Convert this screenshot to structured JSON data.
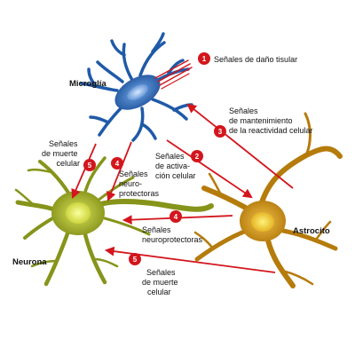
{
  "cells": {
    "microglia": "Microglía",
    "neurona": "Neurona",
    "astrocito": "Astrocito"
  },
  "signals": [
    {
      "num": "1",
      "lines": [
        "Señales de daño tisular"
      ]
    },
    {
      "num": "2",
      "lines": [
        "Señales",
        "de activa-",
        "ción celular"
      ]
    },
    {
      "num": "3",
      "lines": [
        "Señales",
        "de mantenimiento",
        "de la reactividad celular"
      ]
    },
    {
      "num": "4",
      "lines": [
        "Señales",
        "neuro-",
        "protectoras"
      ]
    },
    {
      "num": "5",
      "lines": [
        "Señales",
        "de muerte",
        "celular"
      ]
    },
    {
      "num": "4",
      "lines": [
        "Señales",
        "neuroprotectoras"
      ]
    },
    {
      "num": "5",
      "lines": [
        "Señales",
        "de muerte",
        "celular"
      ]
    }
  ],
  "colors": {
    "arrow": "#d3161d",
    "badge": "#d3161d",
    "microglia": "#1f5aa8",
    "neuron": "#8d9b1e",
    "astrocyte": "#c8880e"
  }
}
